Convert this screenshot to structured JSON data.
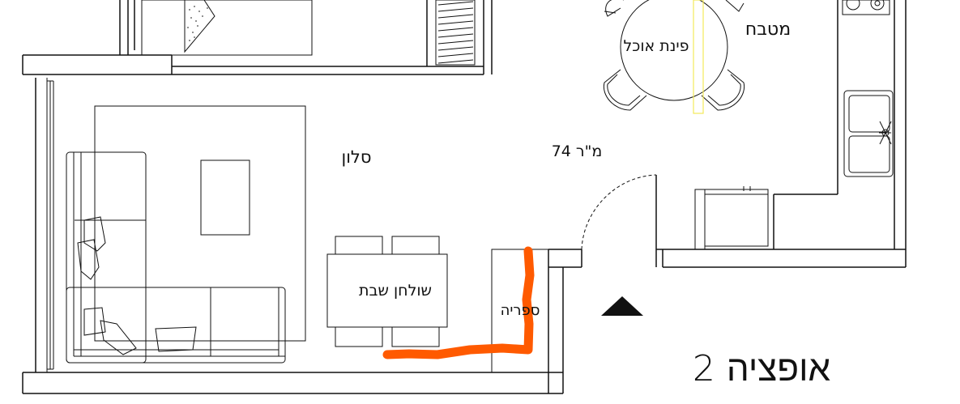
{
  "labels": {
    "kitchen": "מטבח",
    "dining_area": "פינת אוכל",
    "living_room": "סלון",
    "area": "74 מ\"ר",
    "shabbat_table": "שולחן שבת",
    "library": "ספריה",
    "option": "אופציה 2"
  },
  "colors": {
    "lines": "#111111",
    "marker_stroke": "#ff5a00",
    "highlight_beam": "#f2e85a"
  },
  "icons": {
    "entrance": "entrance-triangle-icon"
  }
}
